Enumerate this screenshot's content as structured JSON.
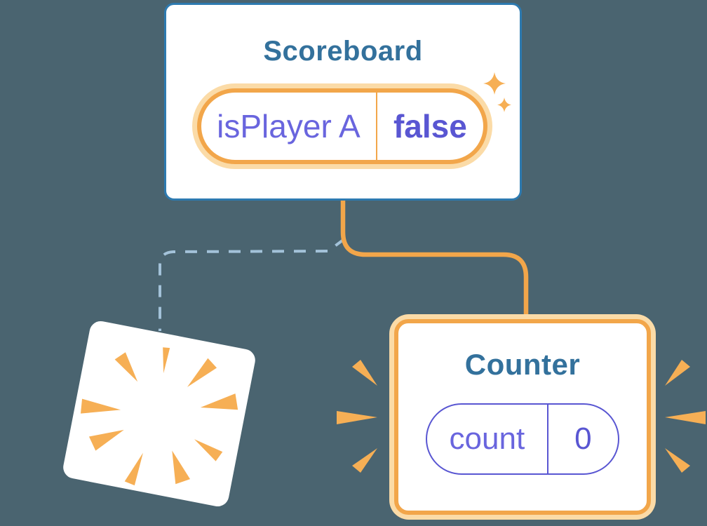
{
  "palette": {
    "background": "#4A6470",
    "card_bg": "#FFFFFF",
    "card_border_blue": "#2D7AB0",
    "title_blue": "#33719C",
    "orange": "#F2A64A",
    "orange_glow": "#FBDBA7",
    "ray_orange": "#F6AF55",
    "purple_value": "#5956D2",
    "purple_label": "#6965DE",
    "dashed_line_blue": "#A3C2D9"
  },
  "scoreboard": {
    "title": "Scoreboard",
    "state_pill": {
      "label": "isPlayer A",
      "value": "false"
    },
    "icon": "sparkles-icon"
  },
  "counter": {
    "title": "Counter",
    "state_pill": {
      "label": "count",
      "value": "0"
    },
    "icon": "emphasis-rays-icon"
  },
  "poof": {
    "icon": "poof-burst-icon"
  }
}
